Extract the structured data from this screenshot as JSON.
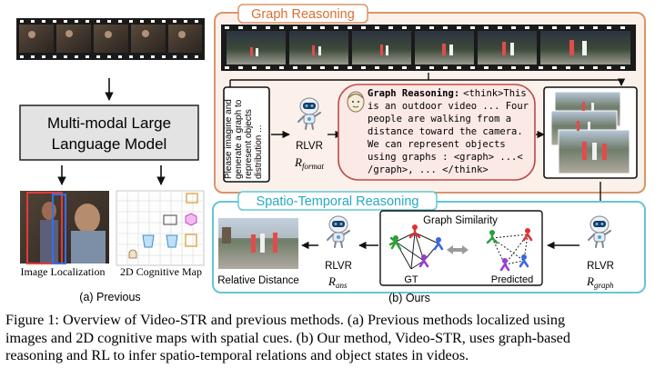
{
  "colors": {
    "graph_border": "#d9956b",
    "graph_fill": "#fbf1ea",
    "graph_title": "#d9702f",
    "st_border": "#63c7d6",
    "st_title": "#29a8c4",
    "text_bubble_border": "#c04a4a",
    "text_bubble_fill": "#fbe9e6"
  },
  "previous": {
    "mllm_label": "Multi-modal Large Language Model",
    "mllm_line1": "Multi-modal Large",
    "mllm_line2": "Language Model",
    "image_localization": "Image Localization",
    "cognitive_map": "2D Cognitive Map",
    "caption": "(a) Previous"
  },
  "ours": {
    "graph_title": "Graph Reasoning",
    "prompt_lines": [
      "Please imagine and",
      "generate a graph to",
      "represent objects",
      "distribution ..."
    ],
    "rlvr_top": "RLVR",
    "r_format": "R",
    "r_format_sub": "format",
    "bubble_head": "Graph Reasoning:",
    "bubble_lines": [
      "<think>This",
      "is an outdoor video ... Four",
      "people are walking from a",
      "distance toward the camera.",
      "We can represent objects",
      "using graphs : <graph> ...<",
      "/graph>, ... </think>"
    ],
    "st_title": "Spatio-Temporal Reasoning",
    "graph_similarity": "Graph Similarity",
    "gt_label": "GT",
    "predicted_label": "Predicted",
    "rlvr_right": "RLVR",
    "r_graph": "R",
    "r_graph_sub": "graph",
    "rlvr_left": "RLVR",
    "r_ans": "R",
    "r_ans_sub": "ans",
    "relative_distance": "Relative Distance",
    "caption": "(b) Ours"
  },
  "figure_caption": {
    "lines": [
      "Figure 1: Overview of Video-STR and previous methods. (a) Previous methods localized using",
      "images and 2D cognitive maps with spatial cues. (b) Our method, Video-STR, uses graph-based",
      "reasoning and RL to infer spatio-temporal relations and object states in videos."
    ]
  }
}
